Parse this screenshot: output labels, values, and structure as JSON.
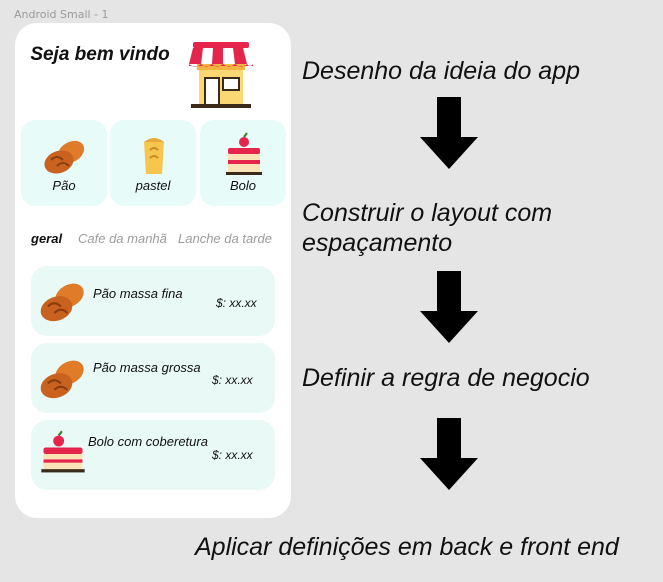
{
  "frame_label": "Android Small - 1",
  "app": {
    "welcome": "Seja bem vindo",
    "categories": [
      {
        "label": "Pão",
        "icon": "bread-icon"
      },
      {
        "label": "pastel",
        "icon": "pastel-icon"
      },
      {
        "label": "Bolo",
        "icon": "cake-icon"
      }
    ],
    "tabs": [
      {
        "label": "geral",
        "active": true
      },
      {
        "label": "Cafe da manhã",
        "active": false
      },
      {
        "label": "Lanche da tarde",
        "active": false
      }
    ],
    "items": [
      {
        "name": "Pão massa fina",
        "price": "$: xx.xx",
        "icon": "bread-icon"
      },
      {
        "name": "Pão massa grossa",
        "price": "$: xx.xx",
        "icon": "bread-icon"
      },
      {
        "name": "Bolo com coberetura",
        "price": "$: xx.xx",
        "icon": "cake-icon"
      }
    ]
  },
  "steps": {
    "step1": "Desenho da ideia do app",
    "step2_line1": "Construir o layout com",
    "step2_line2": "espaçamento",
    "step3": "Definir a regra de negocio",
    "step4": "Aplicar definições em back e front end"
  },
  "colors": {
    "card_bg": "#e7fbf8",
    "awning_red": "#e5254b",
    "bread": "#d2691e",
    "arrow": "#000000"
  }
}
